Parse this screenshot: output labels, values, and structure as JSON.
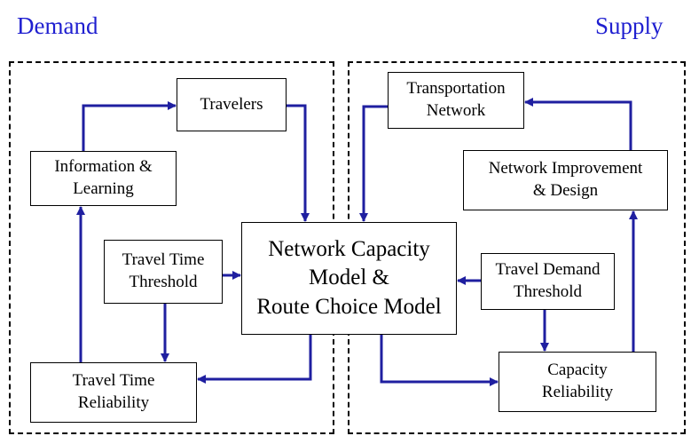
{
  "headings": {
    "demand": "Demand",
    "supply": "Supply"
  },
  "boxes": {
    "travelers": "Travelers",
    "information_learning": "Information &\nLearning",
    "travel_time_threshold": "Travel Time\nThreshold",
    "travel_time_reliability": "Travel Time\nReliability",
    "center_model": "Network Capacity\nModel &\nRoute Choice Model",
    "transportation_network": "Transportation\nNetwork",
    "network_improvement": "Network Improvement\n& Design",
    "travel_demand_threshold": "Travel Demand\nThreshold",
    "capacity_reliability": "Capacity\nReliability"
  },
  "colors": {
    "arrow": "#1f1fa0",
    "heading": "#1f1fd0"
  }
}
